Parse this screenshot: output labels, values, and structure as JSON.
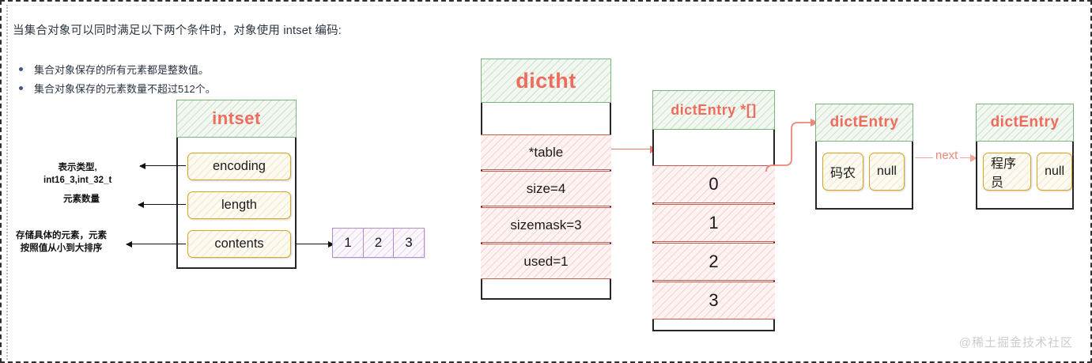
{
  "intro": {
    "text": "当集合对象可以同时满足以下两个条件时，对象使用 intset 编码:"
  },
  "bullets": [
    {
      "text": "集合对象保存的所有元素都是整数值。"
    },
    {
      "text": "集合对象保存的元素数量不超过512个。"
    }
  ],
  "intset": {
    "title": "intset",
    "fields": [
      {
        "label": "encoding"
      },
      {
        "label": "length"
      },
      {
        "label": "contents"
      }
    ],
    "annotations": [
      {
        "line1": "表示类型,",
        "line2": "int16_3,int_32_t"
      },
      {
        "line1": "元素数量",
        "line2": ""
      },
      {
        "line1": "存储具体的元素，元素",
        "line2": "按照值从小到大排序"
      }
    ],
    "contents_values": [
      "1",
      "2",
      "3"
    ]
  },
  "dictht": {
    "title": "dictht",
    "rows": [
      {
        "label": "*table"
      },
      {
        "label": "size=4"
      },
      {
        "label": "sizemask=3"
      },
      {
        "label": "used=1"
      }
    ]
  },
  "entry_array": {
    "title": "dictEntry *[]",
    "indexes": [
      "0",
      "1",
      "2",
      "3"
    ]
  },
  "entries": [
    {
      "title": "dictEntry",
      "key": "码农",
      "value": "null"
    },
    {
      "title": "dictEntry",
      "key": "程序员",
      "value": "null"
    }
  ],
  "connectors": {
    "next_label": "next"
  },
  "watermark": {
    "text": "@稀土掘金技术社区"
  },
  "colors": {
    "title_text": "#ef6b5e",
    "title_border": "#7cb37a",
    "field_border": "#d9a520",
    "row_border": "#c5584f",
    "arrow_salmon": "#e2796d",
    "arrow_pink": "#f0a79d",
    "int_cell_border": "#b08ec7",
    "struct_border": "#262626",
    "bullet": "#3f5a8a",
    "watermark": "#c9cdd2"
  }
}
